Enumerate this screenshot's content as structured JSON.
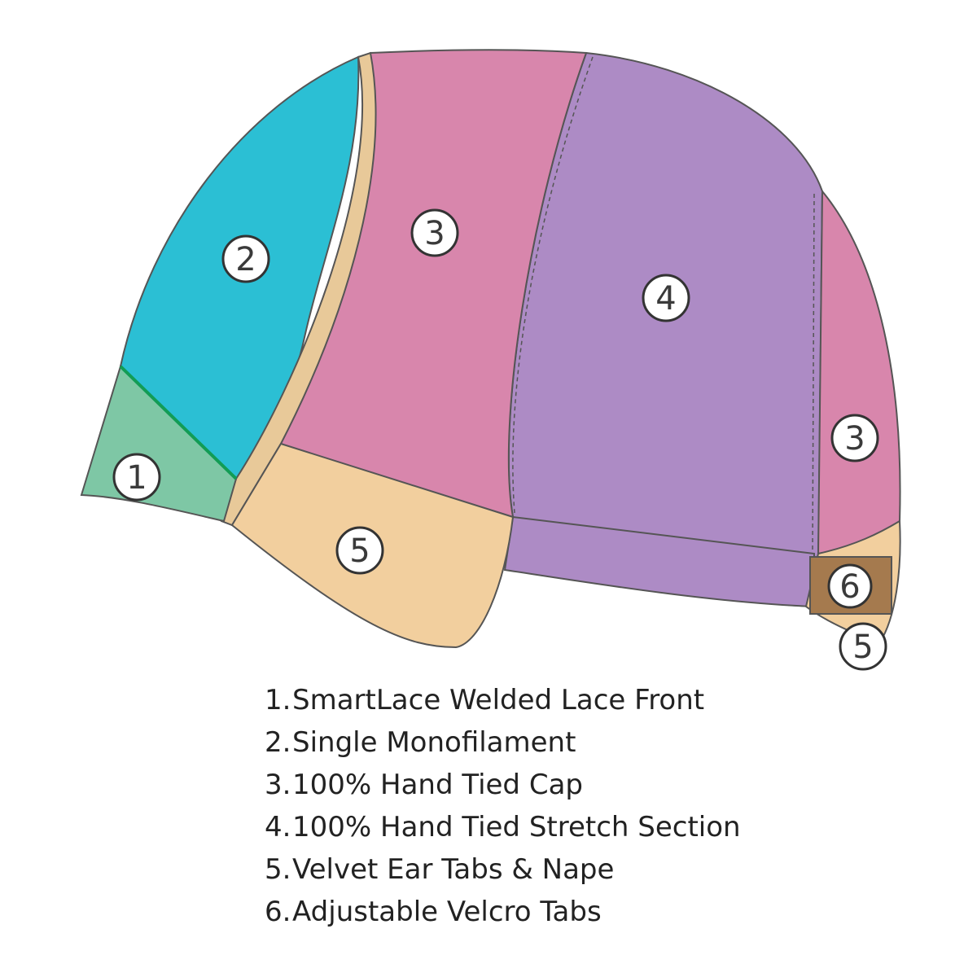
{
  "diagram": {
    "regions": [
      {
        "id": "1",
        "fill": "#7ec7a5"
      },
      {
        "id": "2",
        "fill": "#2bbfd4"
      },
      {
        "id": "3",
        "fill": "#d886ac"
      },
      {
        "id": "4",
        "fill": "#ad8bc5"
      },
      {
        "id": "5",
        "fill": "#f2cf9e"
      },
      {
        "id": "6",
        "fill": "#a57a4e"
      }
    ],
    "markers": [
      "1",
      "2",
      "3",
      "3",
      "4",
      "5",
      "5",
      "6"
    ]
  },
  "legend": [
    {
      "num": "1.",
      "label": "SmartLace Welded Lace Front"
    },
    {
      "num": "2.",
      "label": "Single Monofilament"
    },
    {
      "num": "3.",
      "label": "100% Hand Tied Cap"
    },
    {
      "num": "4.",
      "label": "100% Hand Tied Stretch Section"
    },
    {
      "num": "5.",
      "label": "Velvet Ear Tabs & Nape"
    },
    {
      "num": "6.",
      "label": "Adjustable Velcro Tabs"
    }
  ]
}
